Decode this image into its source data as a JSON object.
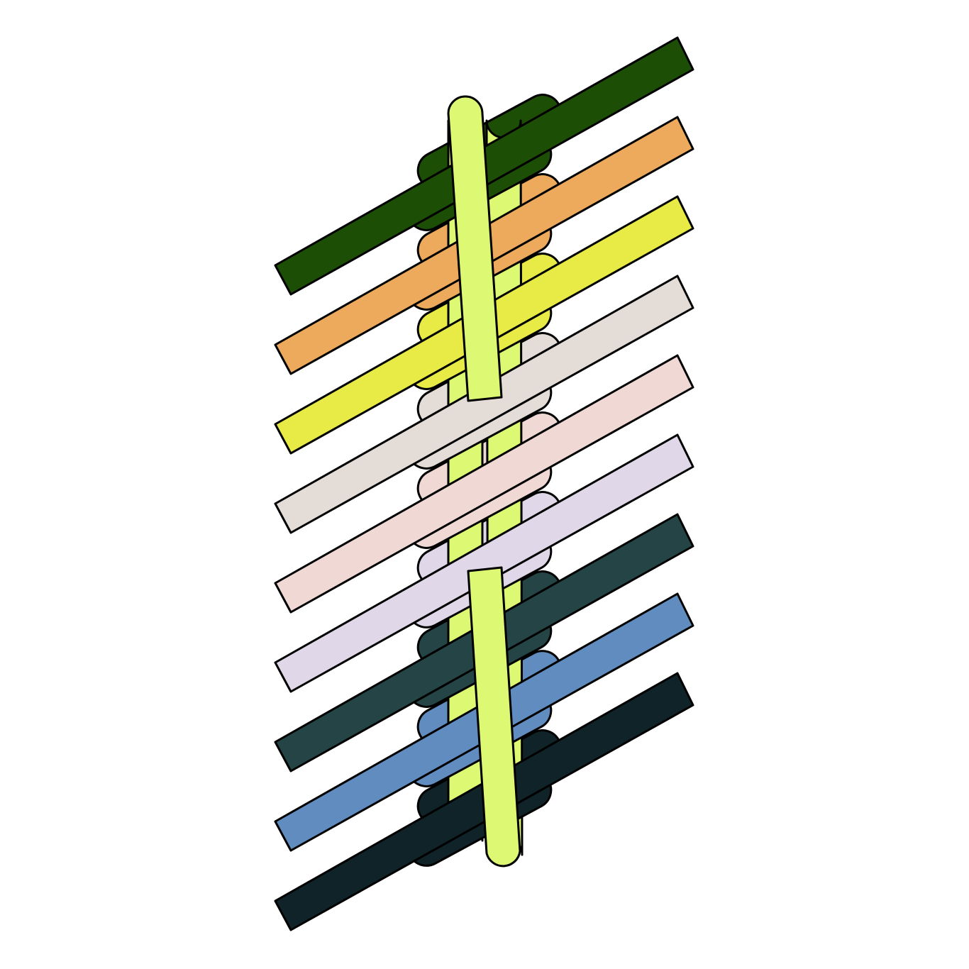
{
  "palette": [
    {
      "id": "dark-green",
      "color": "#1d4e05"
    },
    {
      "id": "orange",
      "color": "#edaa5c"
    },
    {
      "id": "yellow",
      "color": "#e8eb45"
    },
    {
      "id": "light-gray",
      "color": "#e3dcd7"
    },
    {
      "id": "light-pink",
      "color": "#f0d9d5"
    },
    {
      "id": "lavender",
      "color": "#e0d8e8"
    },
    {
      "id": "dark-teal",
      "color": "#244446"
    },
    {
      "id": "steel-blue",
      "color": "#608cc0"
    },
    {
      "id": "navy",
      "color": "#0f2329"
    }
  ],
  "spine": {
    "color": "#ddf872"
  },
  "strips": [
    {
      "id": "dark-green"
    },
    {
      "id": "orange"
    },
    {
      "id": "yellow"
    },
    {
      "id": "light-gray"
    },
    {
      "id": "light-pink"
    },
    {
      "id": "lavender"
    },
    {
      "id": "dark-teal"
    },
    {
      "id": "steel-blue"
    },
    {
      "id": "navy"
    }
  ]
}
